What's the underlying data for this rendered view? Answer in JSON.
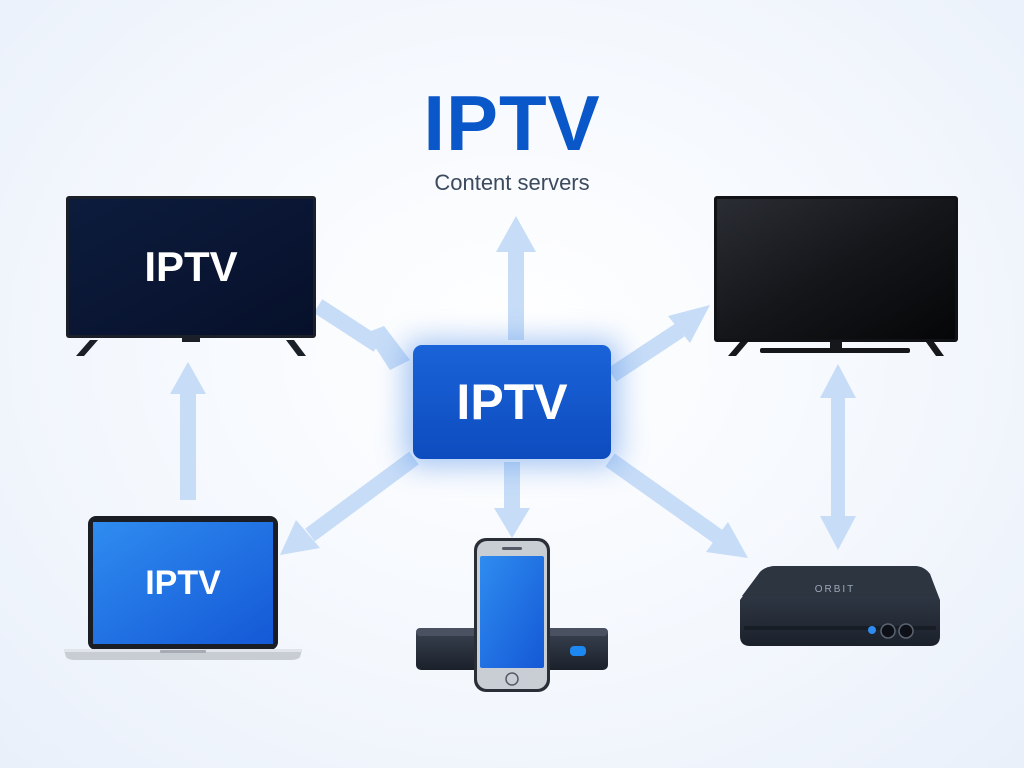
{
  "title": "IPTV",
  "subtitle": "Content servers",
  "hub": {
    "label": "IPTV"
  },
  "devices": {
    "tv_left": {
      "screen_text": "IPTV"
    },
    "laptop": {
      "screen_text": "IPTV"
    },
    "settop_box": {
      "brand_text": "ORBIT"
    }
  },
  "colors": {
    "accent": "#0a57c9",
    "hub": "#1156cc",
    "arrow": "#c6dcf7",
    "subtitle": "#3b4a5e",
    "device_dark": "#1e2430"
  }
}
